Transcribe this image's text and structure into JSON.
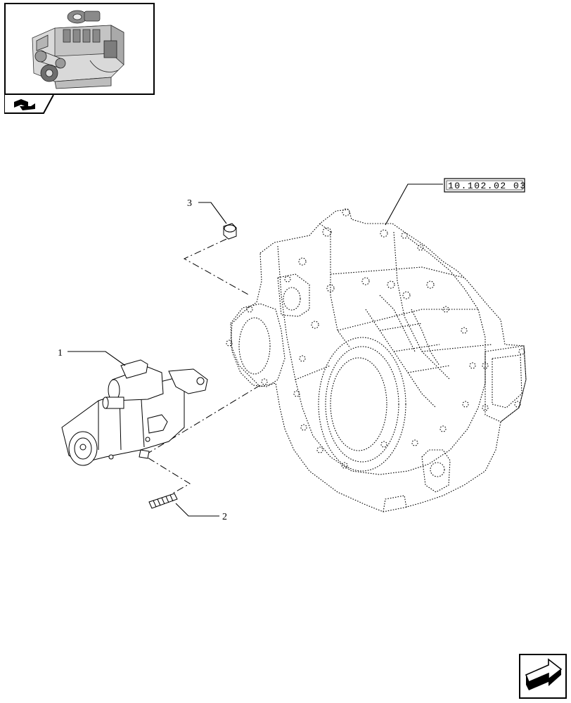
{
  "thumbnail": {
    "icon": "engine-assembly-thumbnail"
  },
  "tab": {
    "icon": "book-open-icon"
  },
  "reference": {
    "label": "10.102.02 03"
  },
  "callouts": [
    {
      "label": "1",
      "part": "starter-motor"
    },
    {
      "label": "2",
      "part": "stud"
    },
    {
      "label": "3",
      "part": "nut"
    }
  ],
  "navigation": {
    "icon": "next-page-arrow-icon"
  }
}
